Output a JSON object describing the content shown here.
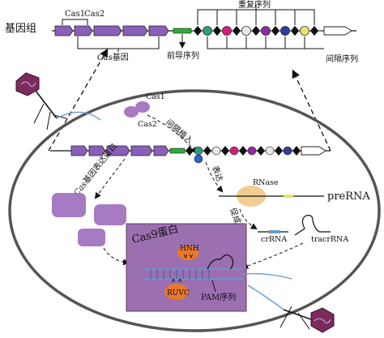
{
  "labels": {
    "genome": "基因组",
    "cas1_top": "Cas1",
    "cas2_top": "Cas2",
    "cas_genes_prefix": "Cas",
    "cas_genes_suffix": "基因",
    "leader": "前导序列",
    "repeat": "重复序列",
    "spacer": "间隔序列",
    "cas1_free": "Cas1",
    "cas2_free": "Cas2",
    "integration": "间隔植入",
    "expression": "表达",
    "cas_expr_prefix": "Cas",
    "cas_expr_suffix": "基因表达蛋白",
    "rnase": "RNase",
    "prerna": "preRNA",
    "maturation": "促成熟",
    "crrna": "crRNA",
    "tracrrna": "tracrRNA",
    "cas9": "Cas9蛋白",
    "hnh": "HNH",
    "ruvc": "RUVC",
    "pam": "PAM序列"
  },
  "colors": {
    "gene_arrow": "#8a5fb8",
    "leader": "#2eaa3a",
    "repeat": "#111111",
    "cell_membrane": "#555555",
    "protein": "#a77bc4",
    "cas9_box": "#9b6fb0",
    "nuclease": "#e8782a",
    "rnase": "#f2cc90",
    "phage": "#7a2a5c",
    "rna_blue": "#6a9ad0"
  },
  "spacer_colors_top": [
    "#2f9c7c",
    "#d81b7a",
    "#e8e8e8",
    "#8d2aa8",
    "#2d3e9a",
    "#e8e8e8",
    "#e6e36a"
  ],
  "spacer_colors_cell": [
    "#2f9c7c",
    "#2b65c8",
    "#e8e8e8",
    "#d81b7a",
    "#8d2aa8",
    "#e8e8e8",
    "#2d3e9a",
    "#e6e36a"
  ]
}
